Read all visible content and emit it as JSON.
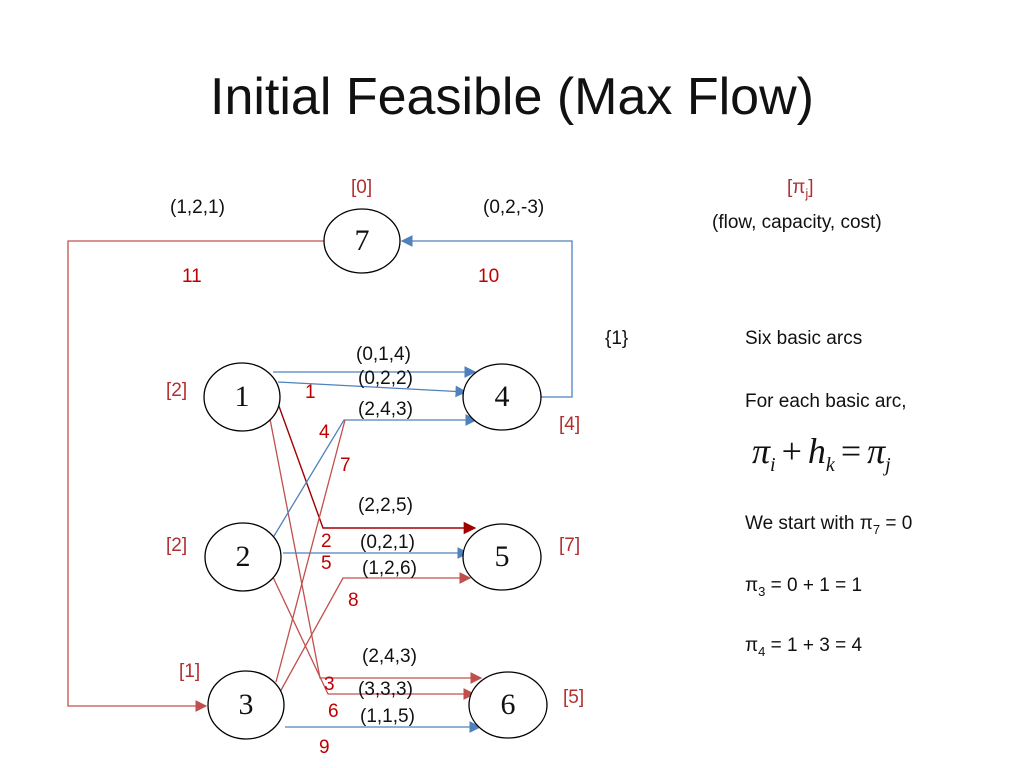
{
  "title": "Initial Feasible (Max Flow)",
  "legend": {
    "potential_label_prefix": "[",
    "potential_symbol": "π",
    "potential_sub": "j",
    "potential_label_suffix": "]",
    "tuple_label": "(flow, capacity, cost)"
  },
  "nodes": [
    {
      "id": "1",
      "potential": "[2]"
    },
    {
      "id": "2",
      "potential": "[2]"
    },
    {
      "id": "3",
      "potential": "[1]"
    },
    {
      "id": "4",
      "potential": "[4]"
    },
    {
      "id": "5",
      "potential": "[7]"
    },
    {
      "id": "6",
      "potential": "[5]"
    },
    {
      "id": "7",
      "potential": "[0]"
    }
  ],
  "arcs": [
    {
      "tuple": "(0,1,4)",
      "index": "1"
    },
    {
      "tuple": "(0,2,2)",
      "index": "4"
    },
    {
      "tuple": "(2,4,3)",
      "index": "7"
    },
    {
      "tuple": "(2,2,5)",
      "index": "2"
    },
    {
      "tuple": "(0,2,1)",
      "index": "5"
    },
    {
      "tuple": "(1,2,6)",
      "index": "8"
    },
    {
      "tuple": "(2,4,3)",
      "index": "3"
    },
    {
      "tuple": "(3,3,3)",
      "index": "6"
    },
    {
      "tuple": "(1,1,5)",
      "index": "9"
    },
    {
      "tuple": "(0,2,-3)",
      "index": "10"
    },
    {
      "tuple": "(1,2,1)",
      "index": "11"
    }
  ],
  "basis_set": "{1}",
  "notes": {
    "six_basic": "Six basic arcs",
    "for_each": "For each basic arc,",
    "start_prefix": "We start with ",
    "start_sub": "7",
    "start_suffix": " = 0",
    "pi3_sub": "3",
    "pi3_rest": " = 0 + 1 = 1",
    "pi4_sub": "4",
    "pi4_rest": " = 1 + 3 = 4"
  },
  "formula": {
    "pi": "π",
    "i": "i",
    "plus": "+",
    "h": "h",
    "k": "k",
    "eq": "=",
    "j": "j"
  },
  "colors": {
    "blue_arc": "#4f81bd",
    "red_arc": "#c0504d",
    "dark_red_arc": "#a00000",
    "red_text": "#c00000"
  }
}
